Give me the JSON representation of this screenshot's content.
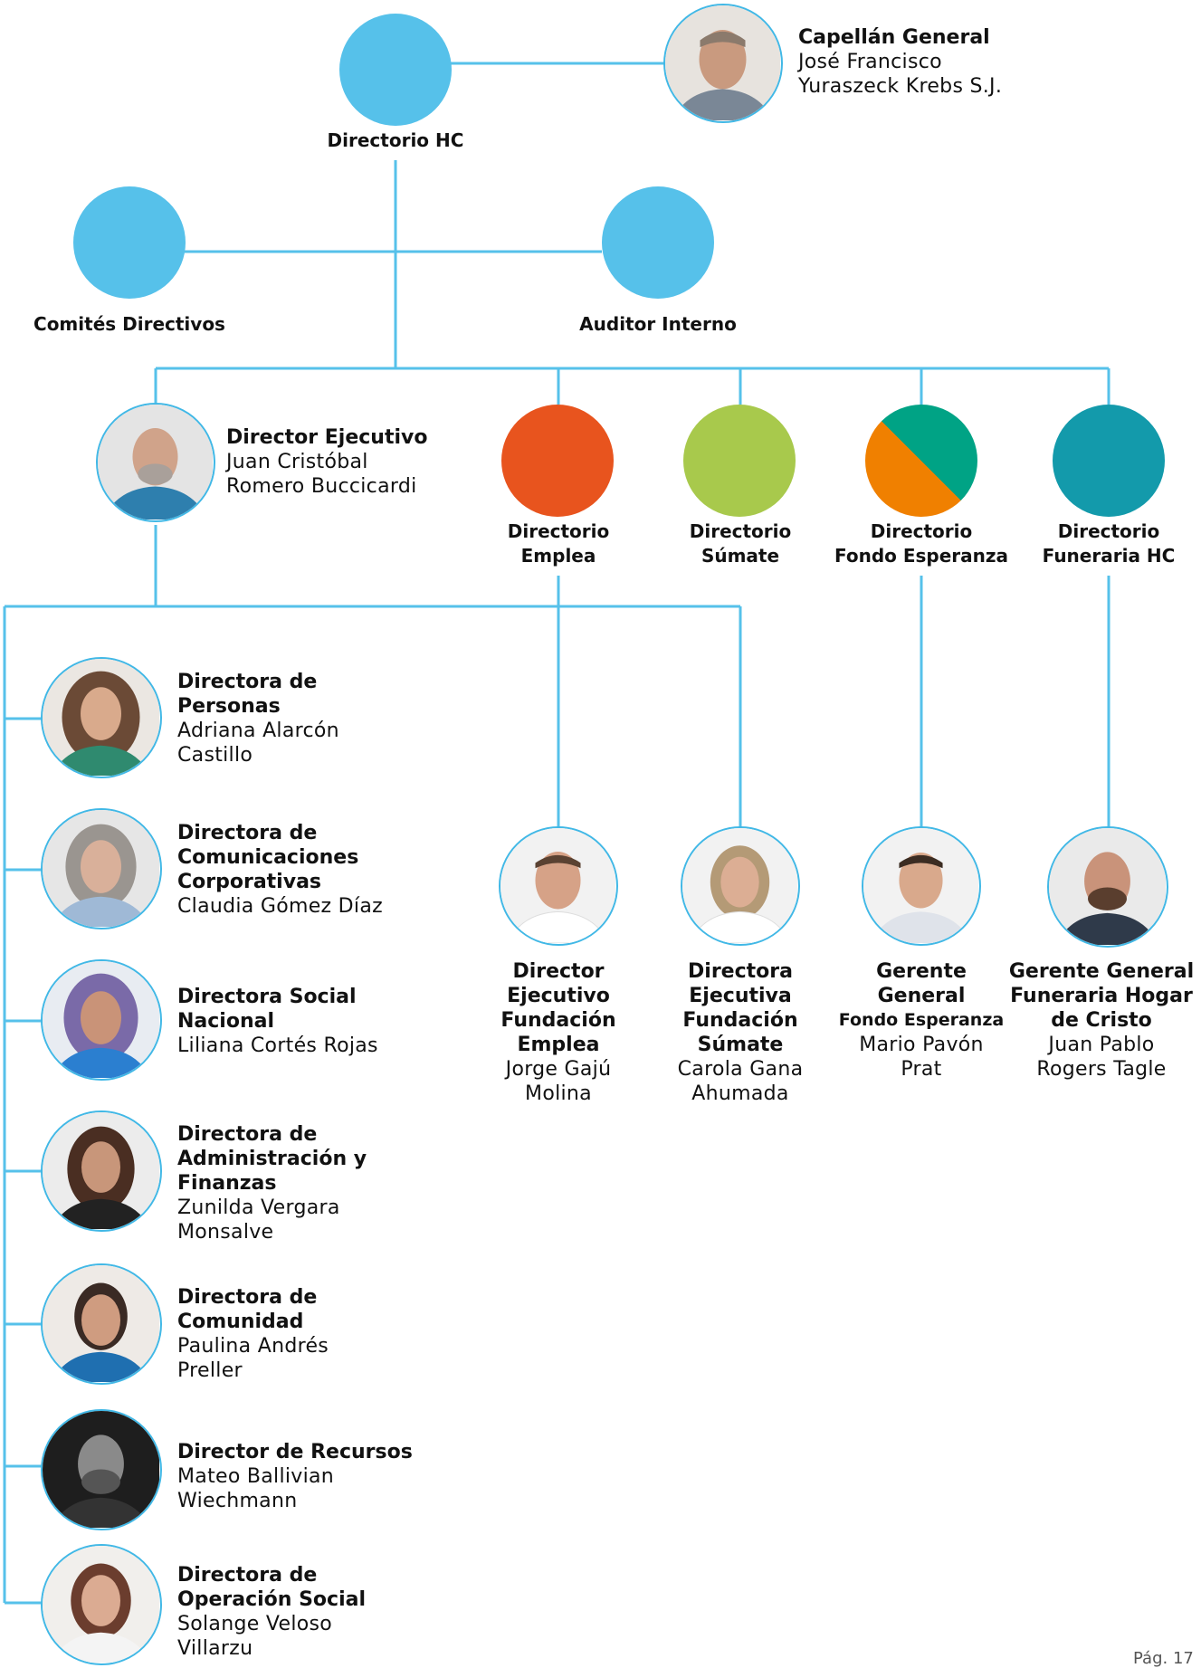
{
  "colors": {
    "line": "#56c1ea",
    "node": "#56c1ea",
    "emplea": "#e8541e",
    "sumate": "#a8c94c",
    "fondo_a": "#00a385",
    "fondo_b": "#f08000",
    "funeraria": "#139aab"
  },
  "top": {
    "directorio_label": "Directorio HC",
    "capellan": {
      "title": "Capellán General",
      "name_1": "José Francisco",
      "name_2": "Yuraszeck Krebs  S.J."
    },
    "comites_label": "Comités Directivos",
    "auditor_label": "Auditor Interno"
  },
  "director_ejecutivo": {
    "title": "Director Ejecutivo",
    "name_1": "Juan Cristóbal",
    "name_2": "Romero Buccicardi"
  },
  "boards": [
    {
      "line_1": "Directorio",
      "line_2": "Emplea"
    },
    {
      "line_1": "Directorio",
      "line_2": "Súmate"
    },
    {
      "line_1": "Directorio",
      "line_2": "Fondo Esperanza"
    },
    {
      "line_1": "Directorio",
      "line_2": "Funeraria HC"
    }
  ],
  "staff": [
    {
      "title_1": "Directora de",
      "title_2": "Personas",
      "name_1": "Adriana Alarcón",
      "name_2": "Castillo"
    },
    {
      "title_1": "Directora de",
      "title_2": "Comunicaciones",
      "title_3": "Corporativas",
      "name_1": "Claudia Gómez Díaz"
    },
    {
      "title_1": "Directora Social",
      "title_2": "Nacional",
      "name_1": "Liliana Cortés Rojas"
    },
    {
      "title_1": "Directora de",
      "title_2": "Administración y",
      "title_3": "Finanzas",
      "name_1": "Zunilda Vergara",
      "name_2": "Monsalve"
    },
    {
      "title_1": "Directora de",
      "title_2": "Comunidad",
      "name_1": "Paulina Andrés",
      "name_2": "Preller"
    },
    {
      "title_1": "Director de Recursos",
      "name_1": "Mateo Ballivian",
      "name_2": "Wiechmann"
    },
    {
      "title_1": "Directora de",
      "title_2": "Operación Social",
      "name_1": "Solange Veloso",
      "name_2": "Villarzu"
    }
  ],
  "executives": [
    {
      "title_1": "Director",
      "title_2": "Ejecutivo",
      "title_3": "Fundación",
      "title_4": "Emplea",
      "name_1": "Jorge Gajú",
      "name_2": "Molina"
    },
    {
      "title_1": "Directora",
      "title_2": "Ejecutiva",
      "title_3": "Fundación",
      "title_4": "Súmate",
      "name_1": "Carola Gana",
      "name_2": "Ahumada"
    },
    {
      "title_1": "Gerente",
      "title_2": "General",
      "title_3": "Fondo Esperanza",
      "name_1": "Mario Pavón",
      "name_2": "Prat"
    },
    {
      "title_1": "Gerente General",
      "title_2": "Funeraria Hogar",
      "title_3": "de Cristo",
      "name_1": "Juan Pablo",
      "name_2": "Rogers Tagle"
    }
  ],
  "page_number": "Pág. 17"
}
